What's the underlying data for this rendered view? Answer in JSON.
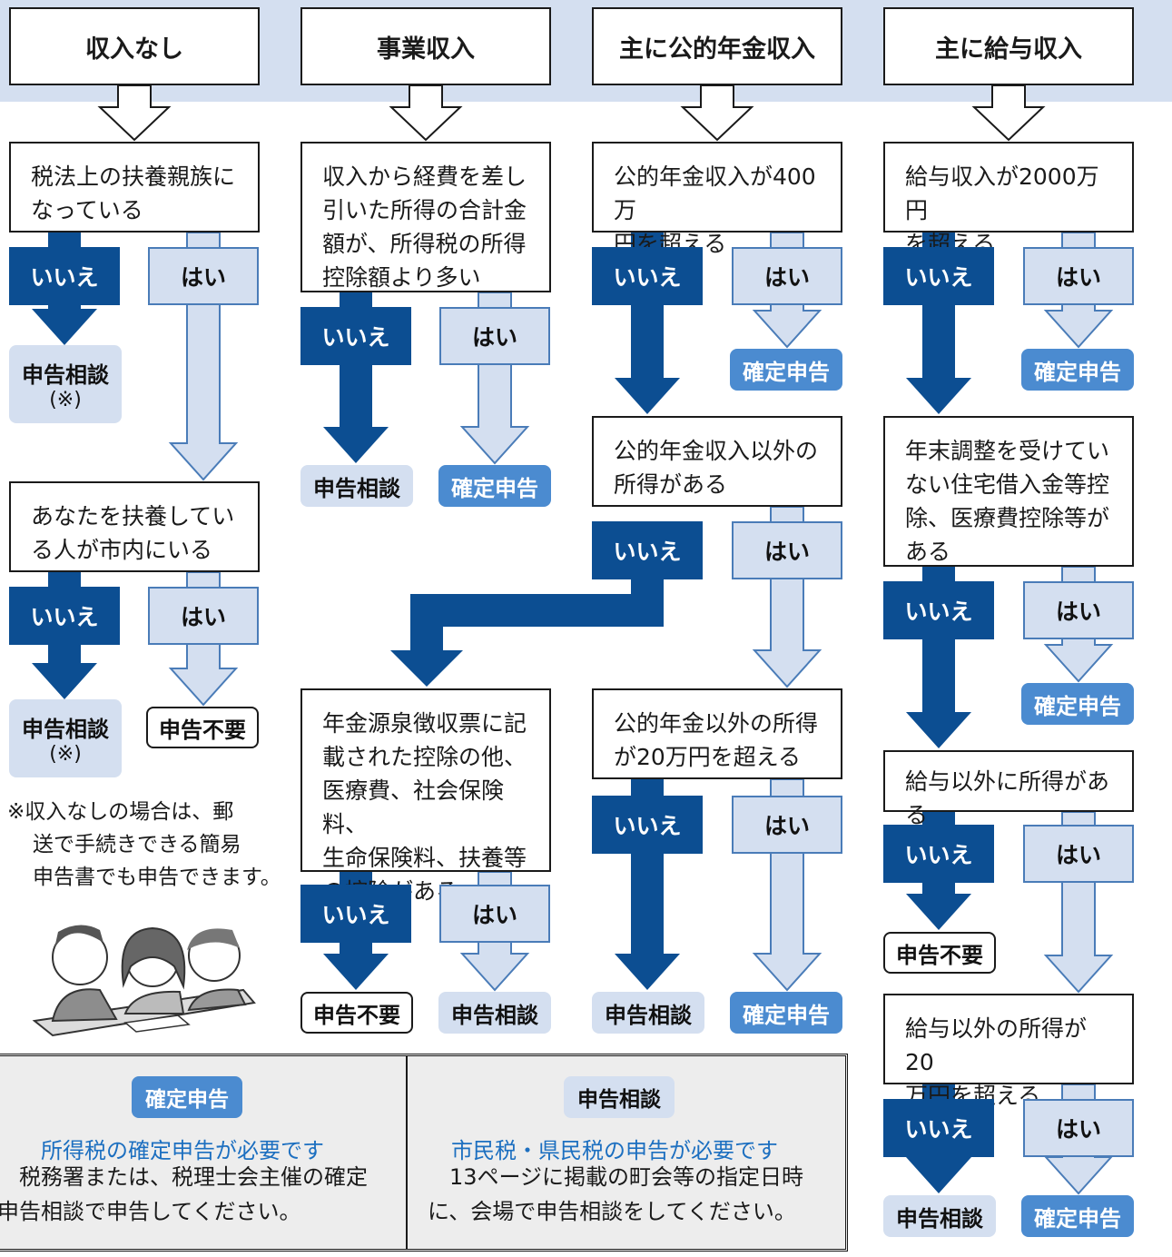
{
  "headers": [
    "収入なし",
    "事業収入",
    "主に公的年金収入",
    "主に給与収入"
  ],
  "labels": {
    "no": "いいえ",
    "yes": "はい"
  },
  "results": {
    "kakutei": "確定申告",
    "soudan": "申告相談",
    "fuyou": "申告不要",
    "note_mark": "(※)"
  },
  "questions": {
    "c1_q1": [
      "税法上の扶養親族に",
      "なっている"
    ],
    "c1_q2": [
      "あなたを扶養してい",
      "る人が市内にいる"
    ],
    "c2_q1": [
      "収入から経費を差し",
      "引いた所得の合計金",
      "額が、所得税の所得",
      "控除額より多い"
    ],
    "c2_q2": [
      "年金源泉徴収票に記",
      "載された控除の他、",
      "医療費、社会保険料、",
      "生命保険料、扶養等",
      "の控除がある"
    ],
    "c3_q1": [
      "公的年金収入が400万",
      "円を超える"
    ],
    "c3_q2": [
      "公的年金収入以外の",
      "所得がある"
    ],
    "c3_q3": [
      "公的年金以外の所得",
      "が20万円を超える"
    ],
    "c4_q1": [
      "給与収入が2000万円",
      "を超える"
    ],
    "c4_q2": [
      "年末調整を受けてい",
      "ない住宅借入金等控",
      "除、医療費控除等が",
      "ある"
    ],
    "c4_q3": [
      "給与以外に所得がある"
    ],
    "c4_q4": [
      "給与以外の所得が20",
      "万円を超える"
    ]
  },
  "note": [
    "※収入なしの場合は、郵",
    "送で手続きできる簡易",
    "申告書でも申告できます。"
  ],
  "legend": {
    "left": {
      "badge": "確定申告",
      "title": "所得税の確定申告が必要です",
      "body": [
        "　税務署または、税理士会主催の確定",
        "申告相談で申告してください。"
      ]
    },
    "right": {
      "badge": "申告相談",
      "title": "市民税・県民税の申告が必要です",
      "body": [
        "　13ページに掲載の町会等の指定日時",
        "に、会場で申告相談をしてください。"
      ]
    }
  },
  "colors": {
    "header_band": "#d4dff0",
    "no_blue": "#0c4e92",
    "yes_light": "#d4dff0",
    "kakutei_blue": "#4b8bd0"
  }
}
